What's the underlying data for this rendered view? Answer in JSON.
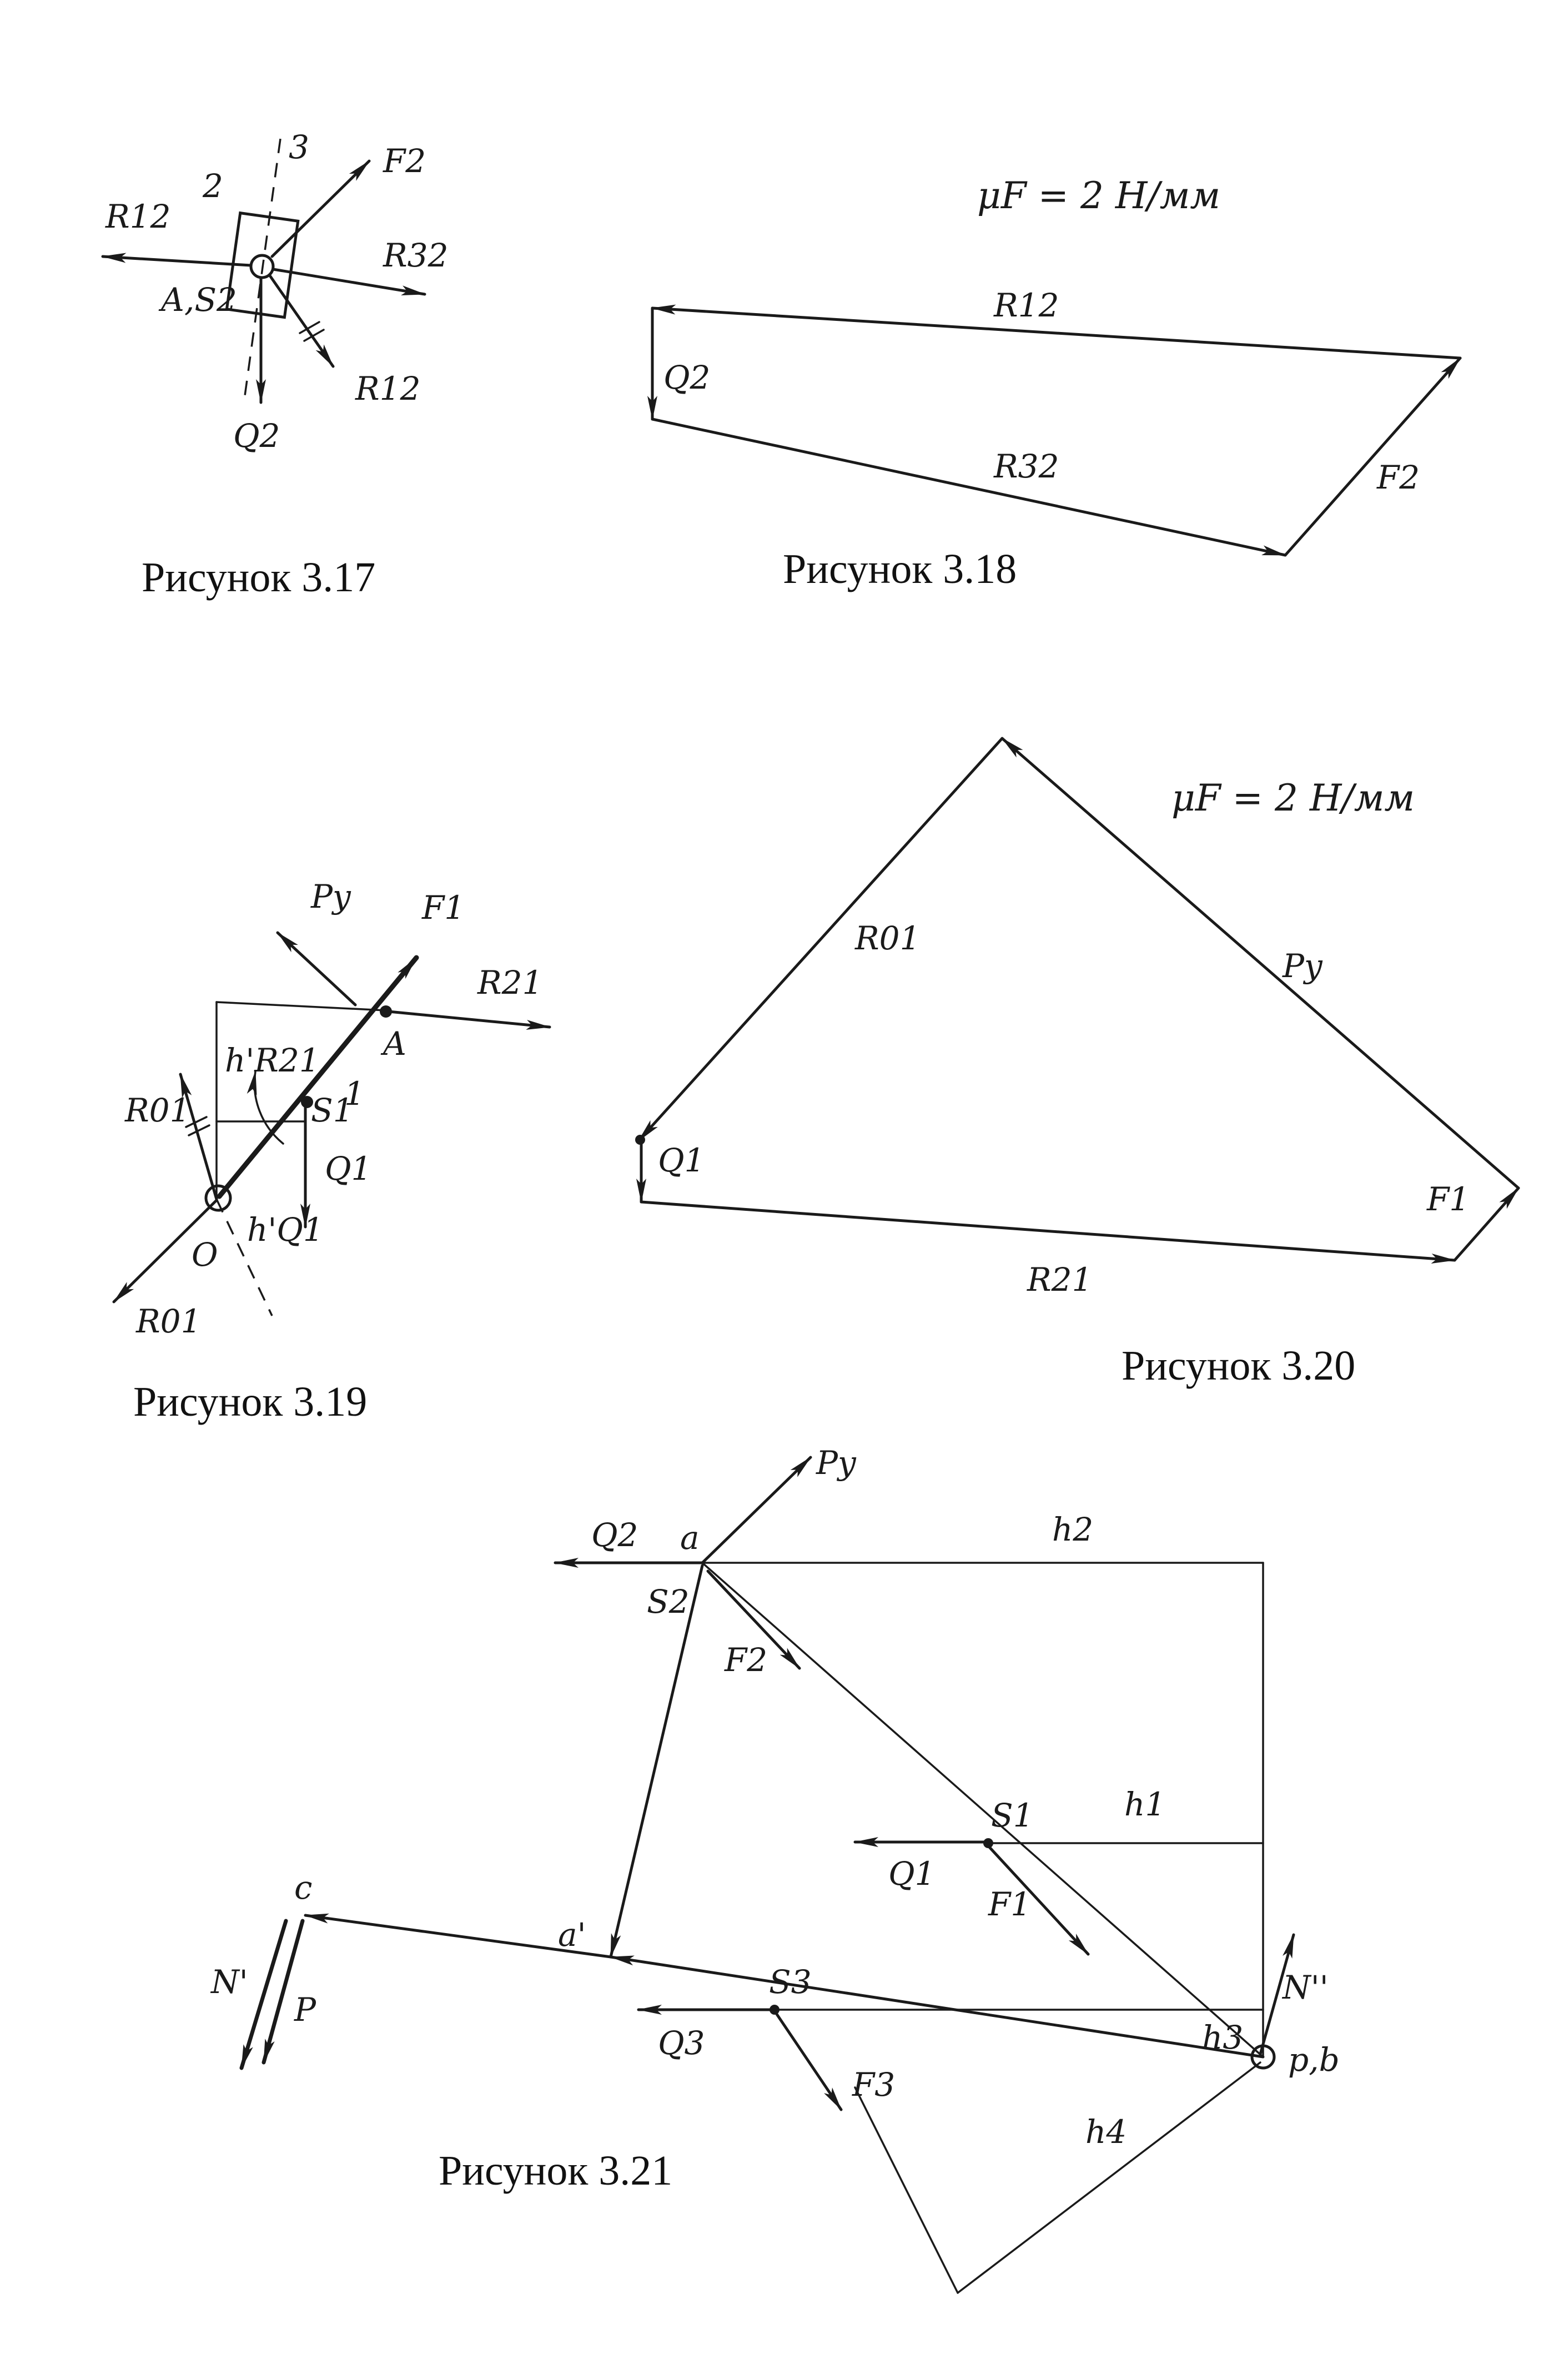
{
  "captions": {
    "fig17": "Рисунок 3.17",
    "fig18": "Рисунок 3.18",
    "fig19": "Рисунок 3.19",
    "fig20": "Рисунок 3.20",
    "fig21": "Рисунок 3.21"
  },
  "scale": {
    "fig18": "μF = 2 Н/мм",
    "fig20": "μF = 2 Н/мм"
  },
  "fig17": {
    "R12_left": "R12",
    "F2": "F2",
    "R32": "R32",
    "R12_right": "R12",
    "Q2": "Q2",
    "point": "A,S2",
    "link": "2",
    "guide": "3"
  },
  "fig18": {
    "R12": "R12",
    "Q2": "Q2",
    "R32": "R32",
    "F2": "F2"
  },
  "fig19": {
    "Py": "Py",
    "F1": "F1",
    "R21": "R21",
    "A": "A",
    "hR21": "h'R21",
    "link": "1",
    "S1": "S1",
    "R01_top": "R01",
    "Q1": "Q1",
    "O": "O",
    "hQ1": "h'Q1",
    "R01_bottom": "R01"
  },
  "fig20": {
    "R01": "R01",
    "Py": "Py",
    "Q1": "Q1",
    "F1": "F1",
    "R21": "R21"
  },
  "fig21": {
    "Py": "Py",
    "Q2": "Q2",
    "a": "a",
    "S2": "S2",
    "h2": "h2",
    "F2": "F2",
    "S1": "S1",
    "h1": "h1",
    "Q1": "Q1",
    "F1": "F1",
    "c": "c",
    "N1": "N'",
    "P": "P",
    "a1": "a'",
    "S3": "S3",
    "Q3": "Q3",
    "F3": "F3",
    "h3": "h3",
    "N2": "N''",
    "pb": "p,b",
    "h4": "h4"
  }
}
